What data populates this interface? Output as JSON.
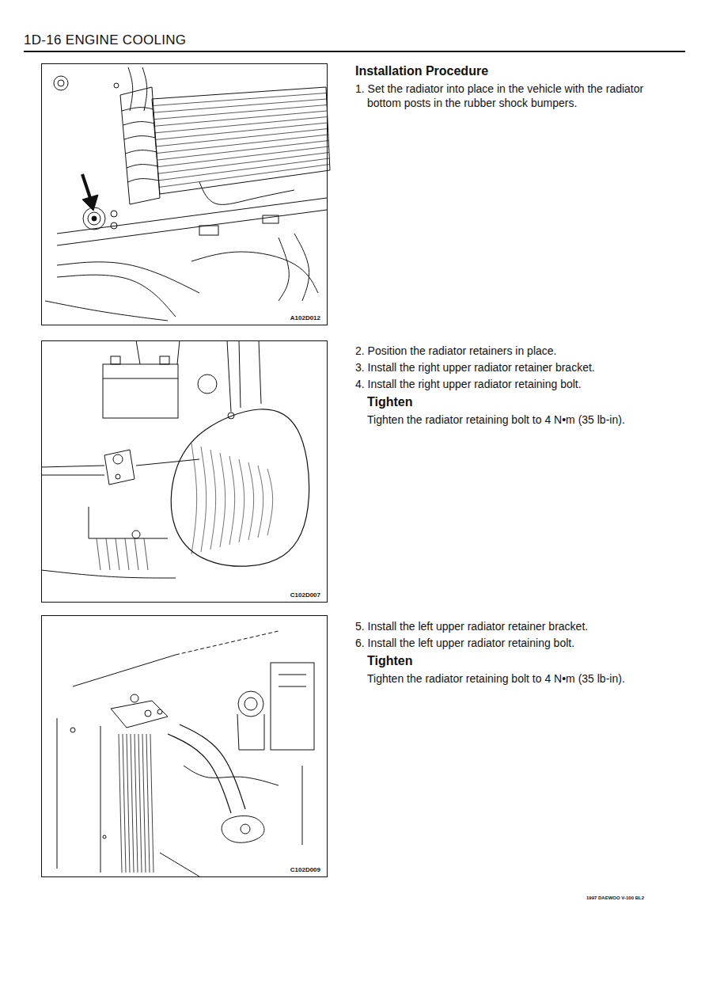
{
  "diagram": {
    "title": "1D-16 ENGINE COOLING",
    "nodes": [
      {
        "text": [
          "A102D012"
        ]
      },
      {
        "text": [
          "C102D007"
        ]
      },
      {
        "text": [
          "C102D009"
        ]
      }
    ],
    "labels": [
      "Installation Procedure",
      "1. Set the radiator into place in the vehicle with the radiator bottom posts in the rubber shock bumpers.",
      "2. Position the radiator retainers in place.",
      "3. Install the right upper radiator retainer bracket.",
      "4. Install the right upper radiator retaining bolt.",
      "Tighten",
      "Tighten the radiator retaining bolt to 4 N•m (35 lb-in).",
      "5. Install the left upper radiator retainer bracket.",
      "6. Install the left upper radiator retaining bolt.",
      "Tighten",
      "Tighten the radiator retaining bolt to 4 N•m (35 lb-in).",
      "1997 DAEWOO V-100 BL2"
    ]
  }
}
